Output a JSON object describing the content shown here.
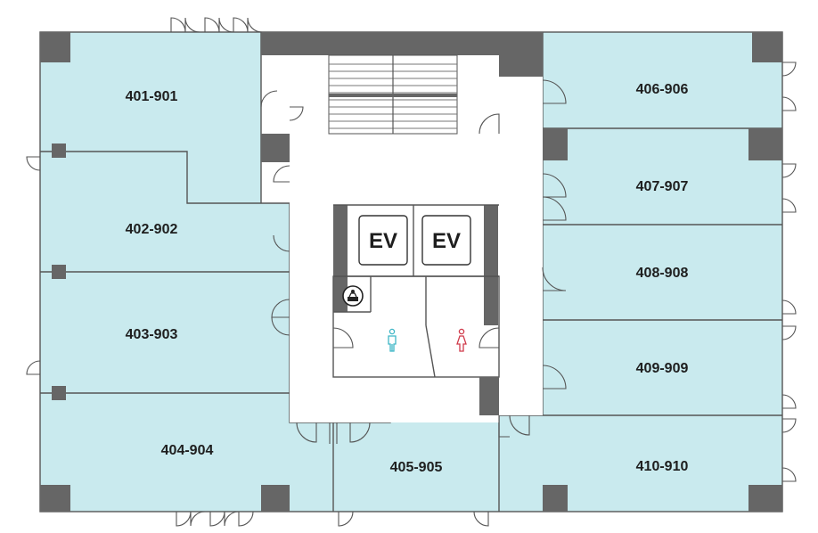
{
  "colors": {
    "room_fill": "#c9eaee",
    "corridor_fill": "#ffffff",
    "wall": "#666666",
    "line": "#555555",
    "male_icon": "#3fb6c6",
    "female_icon": "#d03a4a"
  },
  "rooms": [
    {
      "id": "401-901",
      "label": "401-901"
    },
    {
      "id": "402-902",
      "label": "402-902"
    },
    {
      "id": "403-903",
      "label": "403-903"
    },
    {
      "id": "404-904",
      "label": "404-904"
    },
    {
      "id": "405-905",
      "label": "405-905"
    },
    {
      "id": "406-906",
      "label": "406-906"
    },
    {
      "id": "407-907",
      "label": "407-907"
    },
    {
      "id": "408-908",
      "label": "408-908"
    },
    {
      "id": "409-909",
      "label": "409-909"
    },
    {
      "id": "410-910",
      "label": "410-910"
    }
  ],
  "elevators": [
    {
      "label": "EV"
    },
    {
      "label": "EV"
    }
  ],
  "icons": {
    "accessible_toilet": "wheelchair-icon",
    "male_toilet": "male-toilet-icon",
    "female_toilet": "female-toilet-icon"
  }
}
